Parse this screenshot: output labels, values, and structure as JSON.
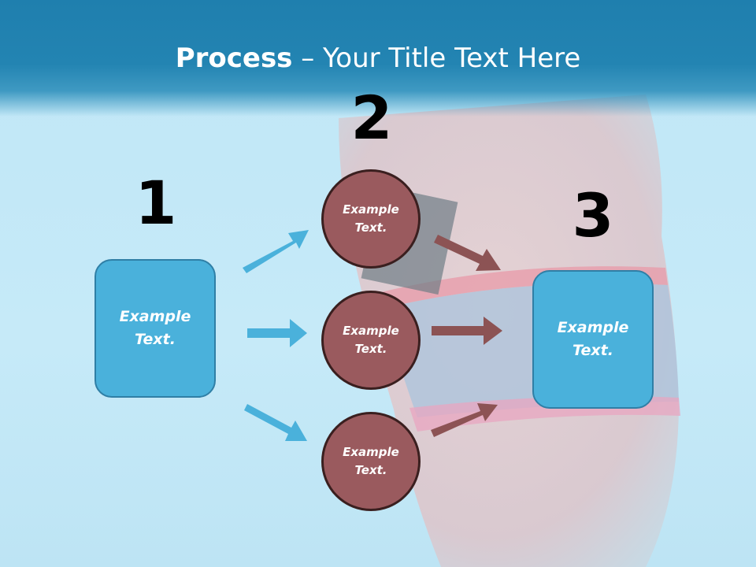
{
  "slide": {
    "title_bold": "Process",
    "title_rest": " – Your Title Text Here",
    "step_numbers": [
      "1",
      "2",
      "3"
    ],
    "nodes": {
      "start_box": "Example\nText.",
      "circle_top": "Example\nText.",
      "circle_middle": "Example\nText.",
      "circle_bottom": "Example\nText.",
      "end_box": "Example\nText."
    },
    "colors": {
      "header": "#1f7fae",
      "box_fill": "#4ab1db",
      "circle_fill": "#9a5a5e",
      "blue_arrow": "#4ab1db",
      "brown_arrow": "#8c5354"
    }
  }
}
